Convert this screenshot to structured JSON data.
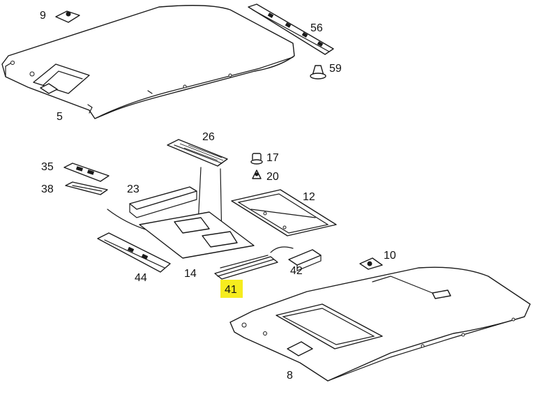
{
  "parts": [
    {
      "number": "9"
    },
    {
      "number": "56"
    },
    {
      "number": "59"
    },
    {
      "number": "5"
    },
    {
      "number": "26"
    },
    {
      "number": "17"
    },
    {
      "number": "20"
    },
    {
      "number": "35"
    },
    {
      "number": "38"
    },
    {
      "number": "23"
    },
    {
      "number": "12"
    },
    {
      "number": "14"
    },
    {
      "number": "44"
    },
    {
      "number": "42"
    },
    {
      "number": "41",
      "highlighted": true
    },
    {
      "number": "10"
    },
    {
      "number": "8"
    }
  ],
  "colors": {
    "line": "#1a1a1a",
    "highlight": "#f6ec1e",
    "background": "#ffffff"
  }
}
